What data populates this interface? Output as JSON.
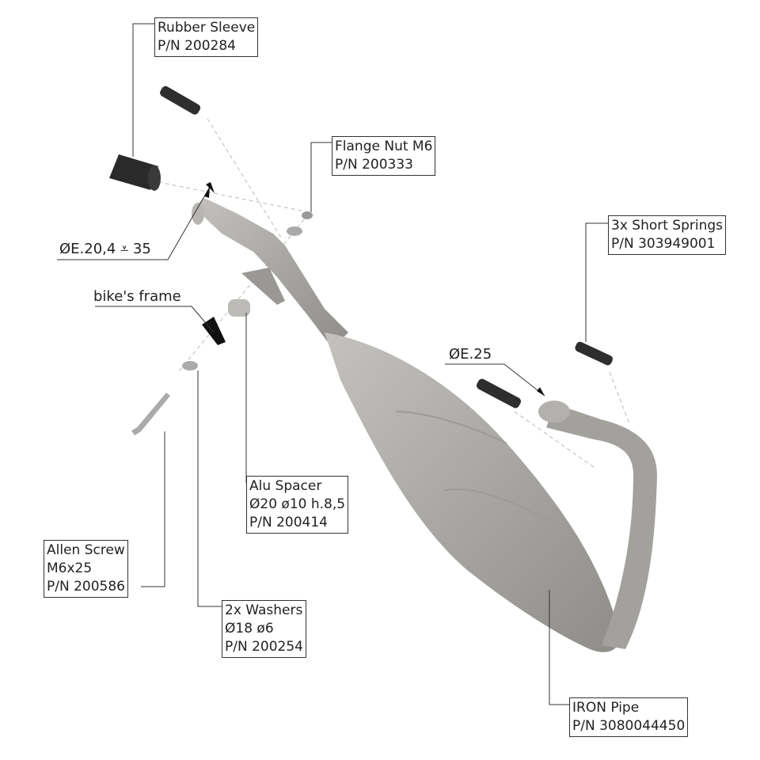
{
  "callouts": {
    "rubber_sleeve": {
      "name": "Rubber Sleeve",
      "pn": "P/N 200284"
    },
    "flange_nut": {
      "name": "Flange Nut M6",
      "pn": "P/N 200333"
    },
    "short_springs": {
      "name": "3x Short Springs",
      "pn": "P/N 303949001"
    },
    "alu_spacer": {
      "name": "Alu Spacer",
      "spec": "Ø20 ø10 h.8,5",
      "pn": "P/N 200414"
    },
    "allen_screw": {
      "name": "Allen Screw",
      "spec": "M6x25",
      "pn": "P/N 200586"
    },
    "washers": {
      "name": "2x Washers",
      "spec": "Ø18 ø6",
      "pn": "P/N 200254"
    },
    "iron_pipe": {
      "name": "IRON Pipe",
      "pn": "P/N 3080044450"
    }
  },
  "notes": {
    "inlet_diameter": "ØE.20,4 ⩡ 35",
    "frame": "bike's frame",
    "outlet_diameter": "ØE.25"
  },
  "colors": {
    "pipe": "#a8a6a2",
    "rubber": "#2a2a2a",
    "line": "#333333"
  }
}
